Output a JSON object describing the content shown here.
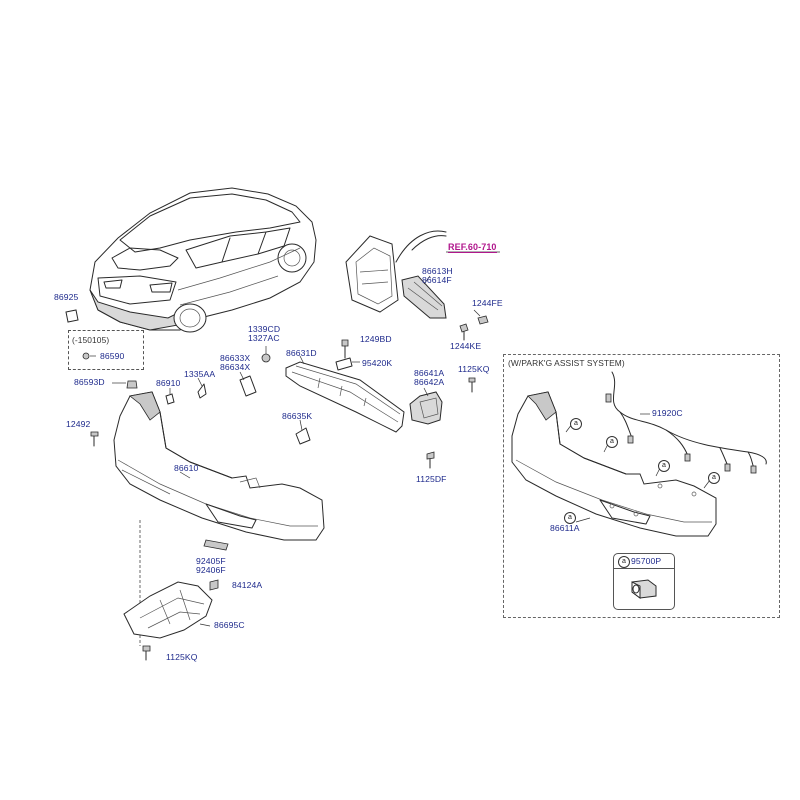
{
  "diagram": {
    "reference": "REF.60-710",
    "parking_assist_label": "(W/PARK'G ASSIST SYSTEM)",
    "date_note": "(-150105)",
    "callout_letter": "a",
    "sensor_part": "95700P",
    "parts": {
      "p86925": "86925",
      "p86590": "86590",
      "p86593D": "86593D",
      "p86910": "86910",
      "p1335AA": "1335AA",
      "p1339CD": "1339CD",
      "p1327AC": "1327AC",
      "p86633X": "86633X",
      "p86634X": "86634X",
      "p86631D": "86631D",
      "p1249BD": "1249BD",
      "p95420K": "95420K",
      "p86613H": "86613H",
      "p86614F": "86614F",
      "p1244FE": "1244FE",
      "p1244KE": "1244KE",
      "p86641A": "86641A",
      "p86642A": "86642A",
      "p1125KQ_top": "1125KQ",
      "p12492": "12492",
      "p86635K": "86635K",
      "p86610": "86610",
      "p1125DF": "1125DF",
      "p91920C": "91920C",
      "p86611A": "86611A",
      "p92405F": "92405F",
      "p92406F": "92406F",
      "p84124A": "84124A",
      "p86695C": "86695C",
      "p1125KQ_bottom": "1125KQ"
    }
  }
}
